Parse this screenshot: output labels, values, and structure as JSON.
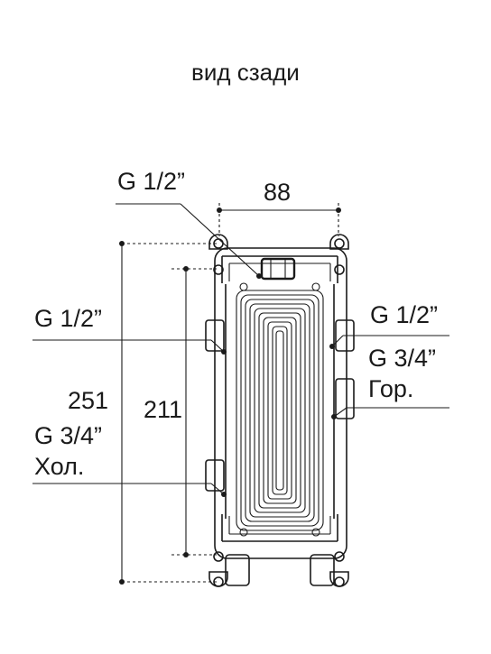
{
  "title": "вид сзади",
  "dimensions": {
    "width": "88",
    "outer_height": "251",
    "inner_height": "211"
  },
  "labels": {
    "top_connection": "G 1/2”",
    "left_connection": "G 1/2”",
    "right_connection": "G 1/2”",
    "hot_size": "G 3/4”",
    "hot_name": "Гор.",
    "cold_size": "G 3/4”",
    "cold_name": "Хол."
  }
}
